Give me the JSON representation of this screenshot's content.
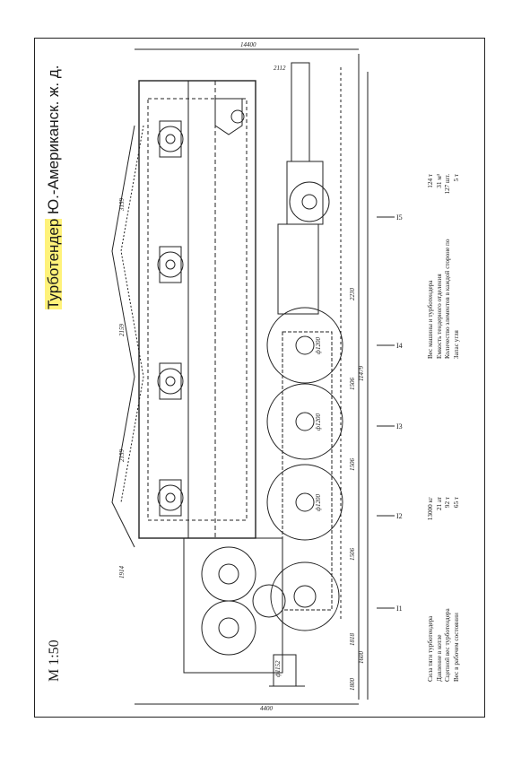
{
  "title": {
    "highlighted": "Турботендер",
    "rest": " Ю.-Американск. ж. д."
  },
  "scale": "М 1:50",
  "specs_left": [
    {
      "label": "Сила тяги турботендера",
      "value": "13000 кг"
    },
    {
      "label": "Давление в котле",
      "value": "21 ат"
    },
    {
      "label": "Сцепной вес турботендера",
      "value": "92 т"
    },
    {
      "label": "Вес в рабочем состоянии",
      "value": "65 т"
    }
  ],
  "specs_right": [
    {
      "label": "Вес машины и турботендера",
      "value": "124 т"
    },
    {
      "label": "Емкость тендерного отделения",
      "value": "31 м³"
    },
    {
      "label": "Количество элементов в каждой стороне по",
      "value": "127 шт."
    },
    {
      "label": "Запас угля",
      "value": "5 т"
    }
  ],
  "axis_labels": [
    "I1",
    "I2",
    "I3",
    "I4",
    "I5"
  ],
  "dimensions": [
    "14400",
    "2112",
    "1914",
    "3159",
    "2159",
    "2159",
    "1818",
    "1506",
    "1506",
    "1506",
    "2230",
    "11479",
    "1600",
    "ф1152",
    "ф1200",
    "ф1200",
    "ф1200",
    "1800",
    "4400"
  ]
}
